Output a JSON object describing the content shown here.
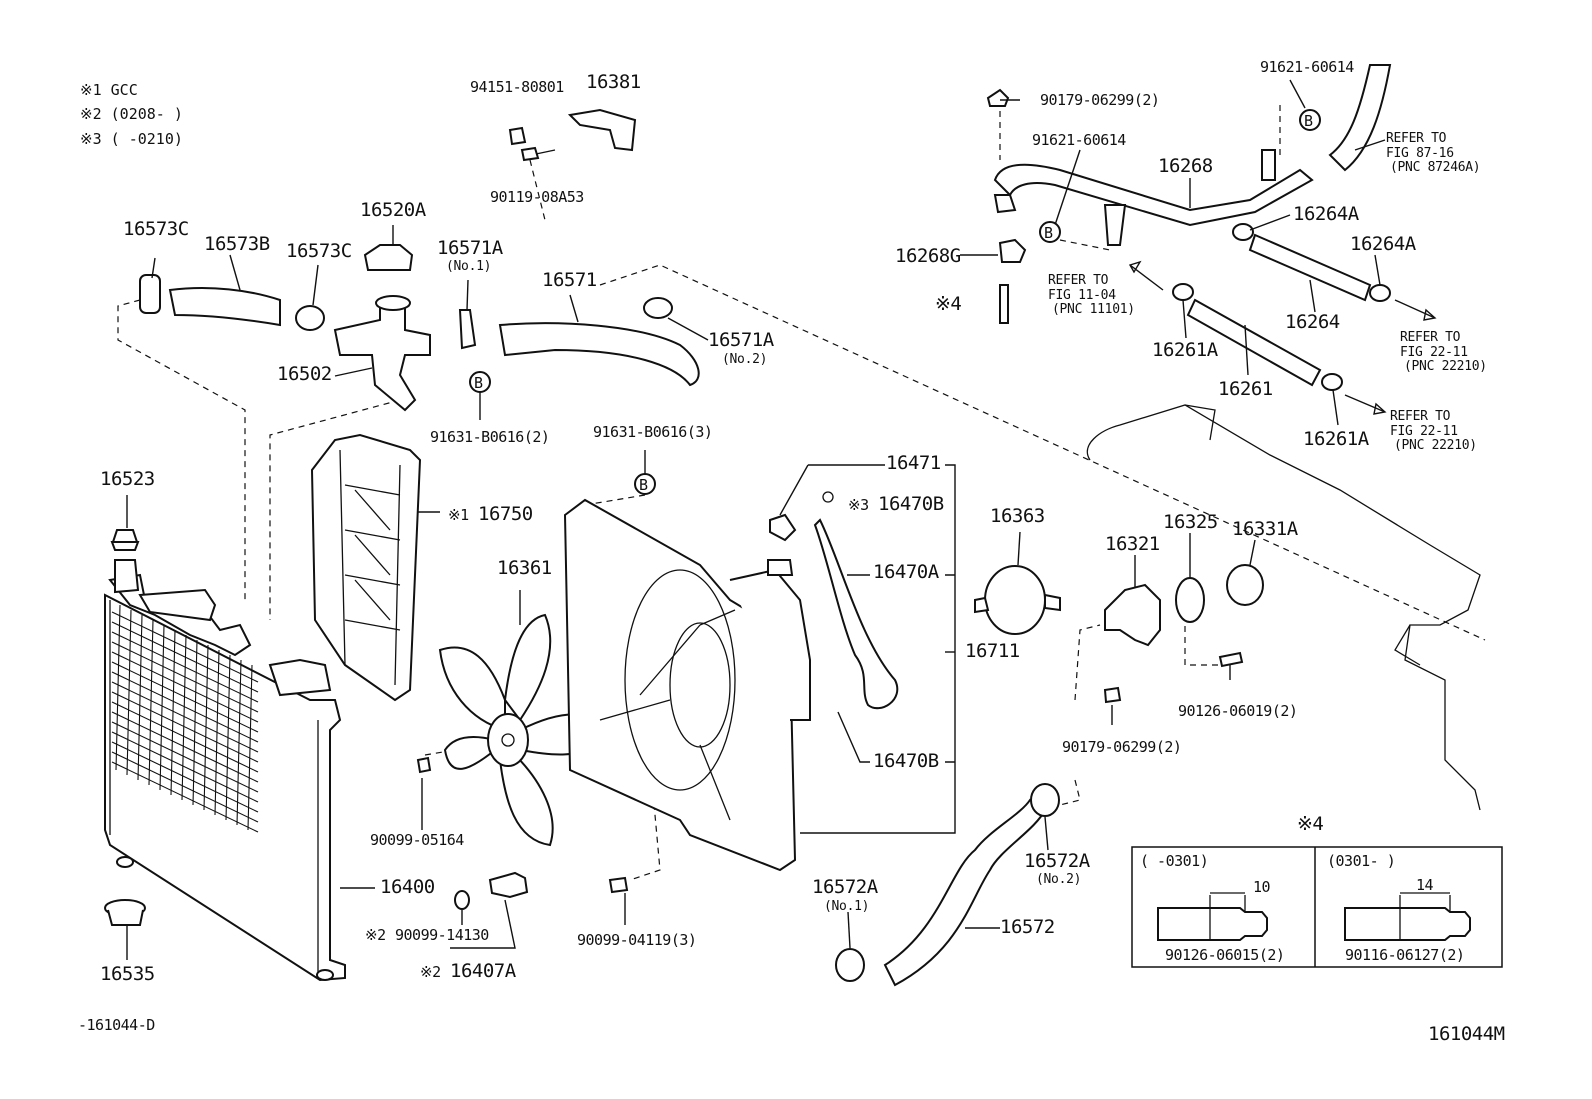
{
  "legend": {
    "note1": "※1 GCC",
    "note2": "※2 (0208-      )",
    "note3": "※3 (      -0210)"
  },
  "labels": {
    "p94151": "94151-80801",
    "p16381": "16381",
    "p90119": "90119-08A53",
    "p16520A": "16520A",
    "p16573C_a": "16573C",
    "p16573B": "16573B",
    "p16573C_b": "16573C",
    "p16571A_1": "16571A",
    "p16571A_1_sub": "(No.1)",
    "p16571": "16571",
    "p16571A_2": "16571A",
    "p16571A_2_sub": "(No.2)",
    "p16502": "16502",
    "p91631_2": "91631-B0616(2)",
    "p91631_3": "91631-B0616(3)",
    "p16523": "16523",
    "p16750_mark": "※1",
    "p16750": "16750",
    "p16361": "16361",
    "p16471": "16471",
    "p16470B_top_mark": "※3",
    "p16470B_top": "16470B",
    "p16470A": "16470A",
    "p16711": "16711",
    "p16470B": "16470B",
    "p90099_05164": "90099-05164",
    "p16400": "16400",
    "p90099_14130_mark": "※2",
    "p90099_14130": "90099-14130",
    "p16407A_mark": "※2",
    "p16407A": "16407A",
    "p16535": "16535",
    "p90099_04119": "90099-04119(3)",
    "p16572A_1": "16572A",
    "p16572A_1_sub": "(No.1)",
    "p16572": "16572",
    "p16572A_2": "16572A",
    "p16572A_2_sub": "(No.2)",
    "p16363": "16363",
    "p16321": "16321",
    "p16325": "16325",
    "p16331A": "16331A",
    "p90126_06019": "90126-06019(2)",
    "p90179_06299_low": "90179-06299(2)",
    "p90179_06299_top": "90179-06299(2)",
    "p91621_60614_top": "91621-60614",
    "p91621_60614_mid": "91621-60614",
    "p16268": "16268",
    "p16264A_a": "16264A",
    "p16264A_b": "16264A",
    "p16268G": "16268G",
    "p_mark4": "※4",
    "p16264": "16264",
    "p16261A_a": "16261A",
    "p16261": "16261",
    "p16261A_b": "16261A",
    "ref1_line1": "REFER TO",
    "ref1_line2": "FIG 87-16",
    "ref1_line3": "(PNC 87246A)",
    "ref2_line1": "REFER TO",
    "ref2_line2": "FIG 11-04",
    "ref2_line3": "(PNC 11101)",
    "ref3_line1": "REFER TO",
    "ref3_line2": "FIG 22-11",
    "ref3_line3": "(PNC 22210)",
    "ref4_line1": "REFER TO",
    "ref4_line2": "FIG 22-11",
    "ref4_line3": "(PNC 22210)",
    "b_marker": "B"
  },
  "inset": {
    "title": "※4",
    "left_range": "(      -0301)",
    "left_dim": "10",
    "left_part": "90126-06015(2)",
    "right_range": "(0301-      )",
    "right_dim": "14",
    "right_part": "90116-06127(2)"
  },
  "footer": {
    "left_code": "-161044-D",
    "right_code": "161044M"
  }
}
